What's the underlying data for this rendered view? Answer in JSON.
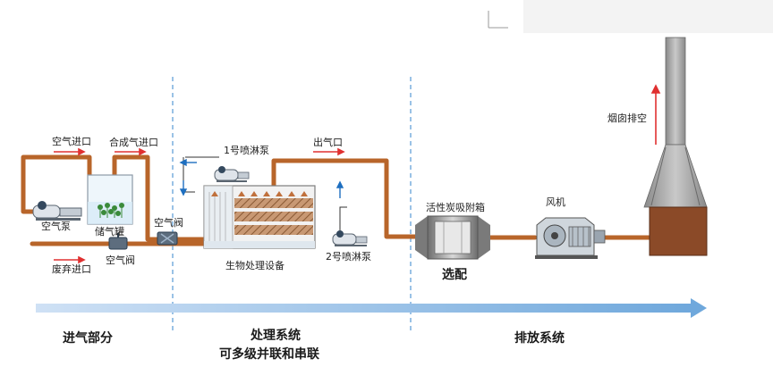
{
  "labels": {
    "air_inlet": "空气进口",
    "syngas_inlet": "合成气进口",
    "air_pump": "空气泵",
    "gas_tank": "储气罐",
    "air_valve_1": "空气阀",
    "air_valve_2": "空气阀",
    "waste_inlet": "废弃进口",
    "spray_pump_1": "1号喷淋泵",
    "gas_outlet": "出气口",
    "spray_pump_2": "2号喷淋泵",
    "bio_equipment": "生物处理设备",
    "carbon_box": "活性炭吸附箱",
    "optional": "选配",
    "fan": "风机",
    "chimney_exhaust": "烟囱排空"
  },
  "sections": {
    "intake": "进气部分",
    "treatment": "处理系统",
    "treatment_note": "可多级并联和串联",
    "exhaust": "排放系统"
  },
  "colors": {
    "pipe": "#b8652a",
    "arrow_red": "#e03030",
    "flow_arrow": "#7fb2e5",
    "divider": "#6fa8dc",
    "chimney_base": "#8b4a28"
  }
}
